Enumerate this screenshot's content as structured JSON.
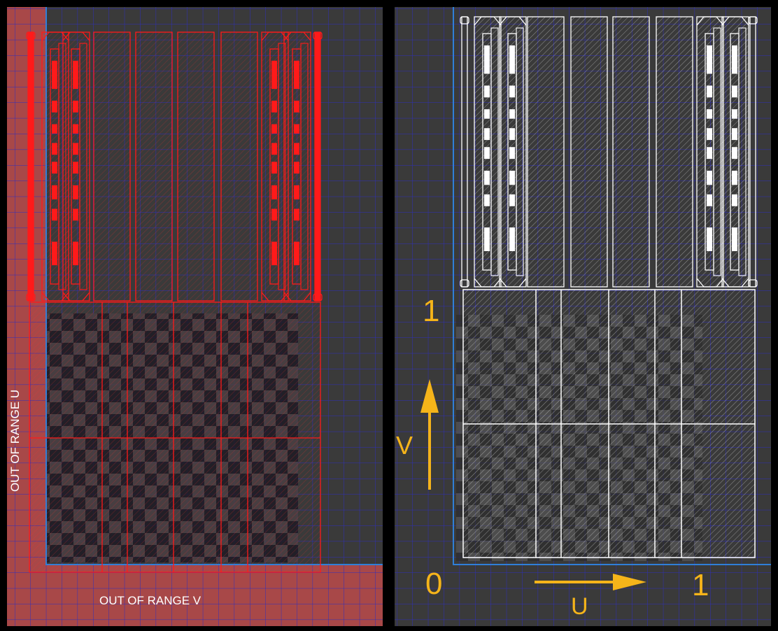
{
  "left_panel": {
    "warning_u": "OUT OF RANGE U",
    "warning_v": "OUT OF RANGE V",
    "outline_color": "#ff1a1a",
    "out_of_range_color": "#a84848"
  },
  "right_panel": {
    "axis": {
      "origin": "0",
      "u_max": "1",
      "v_max": "1",
      "u_label": "U",
      "v_label": "V",
      "color": "#f5b41a"
    },
    "outline_color": "#ffffff"
  },
  "colors": {
    "background": "#3a3a3a",
    "grid": "#2e2ebd",
    "uv_border": "#2f7fd8"
  },
  "icons": [
    "arrow-right-icon",
    "arrow-up-icon"
  ]
}
